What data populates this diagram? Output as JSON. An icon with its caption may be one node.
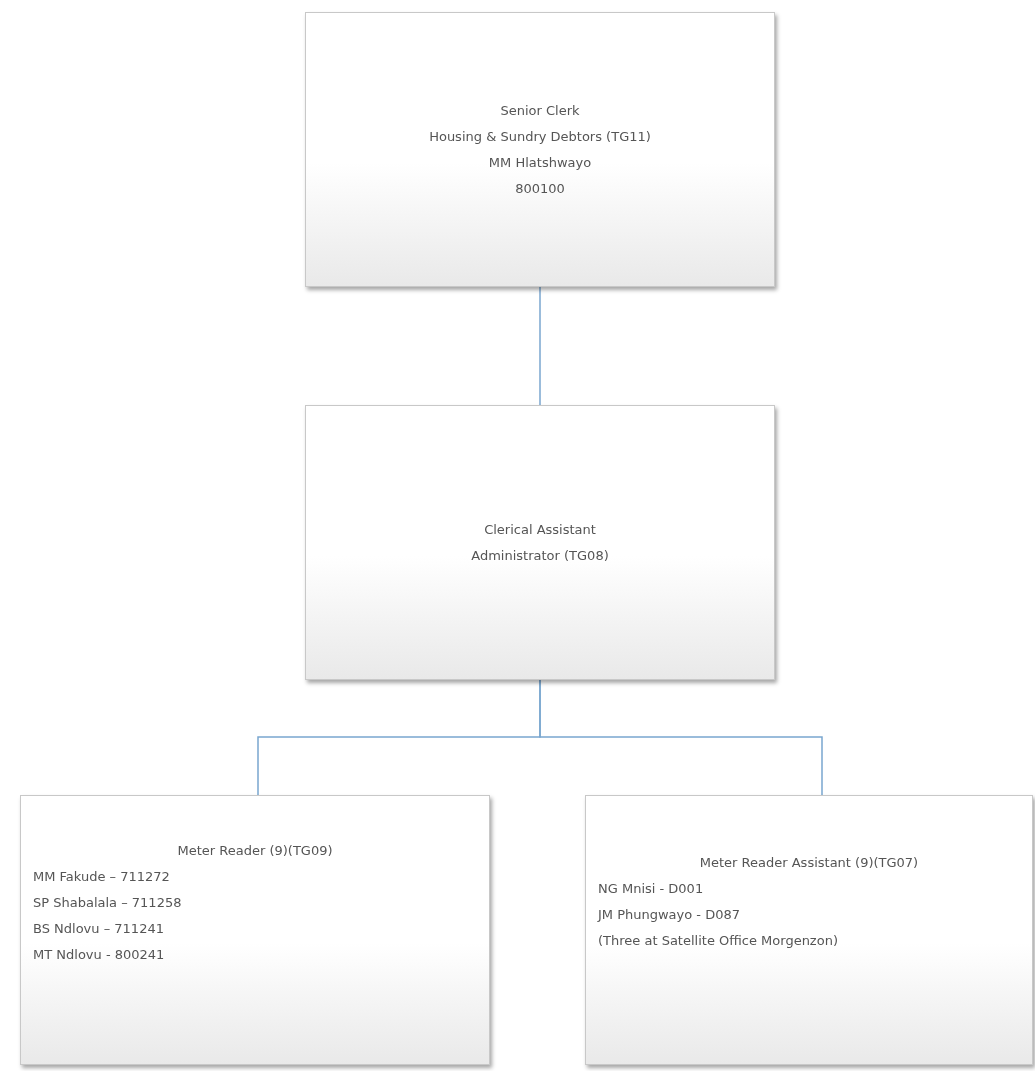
{
  "diagram": {
    "nodes": [
      {
        "text": [
          "Senior Clerk",
          "Housing & Sundry Debtors (TG11)",
          "MM Hlatshwayo",
          "800100"
        ]
      },
      {
        "text": [
          "Clerical Assistant",
          "Administrator (TG08)"
        ]
      },
      {
        "text": [
          "Meter Reader (9)(TG09)",
          "MM Fakude – 711272",
          "SP Shabalala – 711258",
          "BS Ndlovu – 711241",
          "MT Ndlovu - 800241"
        ]
      },
      {
        "text": [
          "Meter Reader Assistant (9)(TG07)",
          "NG Mnisi - D001",
          "JM Phungwayo - D087",
          "(Three at Satellite Office Morgenzon)"
        ]
      }
    ],
    "edges": [
      {
        "from": 0,
        "to": 1,
        "arrow": "none"
      },
      {
        "from": 1,
        "to": 2,
        "arrow": "none"
      },
      {
        "from": 1,
        "to": 3,
        "arrow": "none"
      }
    ]
  }
}
